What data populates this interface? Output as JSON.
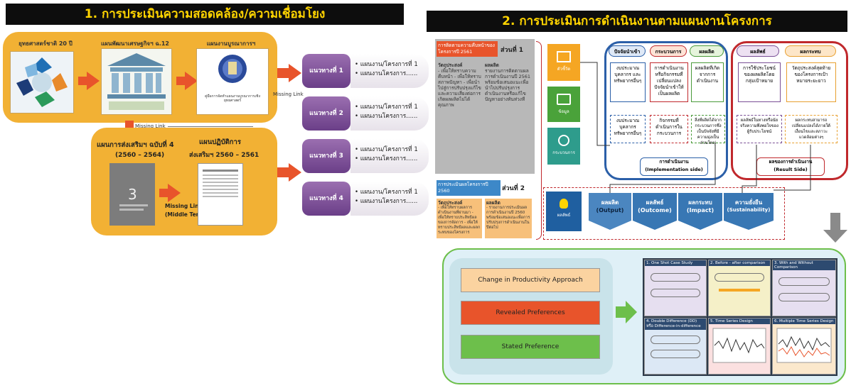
{
  "left": {
    "title": "1. การประเมินความสอดคล้อง/ความเชื่อมโยง",
    "top_labels": [
      "ยุทธศาสตร์ชาติ 20 ปี",
      "แผนพัฒนาเศรษฐกิจฯ ฉ.12",
      "แผนงานบูรณาการฯ"
    ],
    "missing_link": "Missing Link",
    "missing_link_middle": "Missing Link",
    "middle_term": "(Middle Term)",
    "plan4_title": "แผนการส่งเสริมฯ ฉบับที่ 4",
    "plan4_years": "(2560 – 2564)",
    "action_title": "แผนปฏิบัติการ",
    "action_years": "ส่งเสริมฯ 2560 – 2561",
    "book_number": "3",
    "doc_caption": "คู่มือการจัดทำแผนงานบูรณาการเชิงยุทธศาสตร์"
  },
  "approaches": {
    "missing_link": "Missing Link",
    "items": [
      {
        "label": "แนวทางที่ 1",
        "line1": "• แผนงาน/โครงการที่ 1",
        "line2": "• แผนงานโครงการ......"
      },
      {
        "label": "แนวทางที่ 2",
        "line1": "• แผนงาน/โครงการที่ 1",
        "line2": "• แผนงานโครงการ......"
      },
      {
        "label": "แนวทางที่ 3",
        "line1": "• แผนงาน/โครงการที่ 1",
        "line2": "• แผนงานโครงการ......"
      },
      {
        "label": "แนวทางที่ 4",
        "line1": "• แผนงาน/โครงการที่ 1",
        "line2": "• แผนงานโครงการ......"
      }
    ]
  },
  "right": {
    "title": "2. การประเมินการดำเนินงานตามแผนงานโครงการ",
    "part1_header": "การติดตามความคืบหน้าของโครงการปี 2561",
    "part1_label": "ส่วนที่ 1",
    "part1_col1_title": "วัตถุประสงค์",
    "part1_col1_text": "- เพื่อให้ทราบความคืบหน้า - เพื่อให้ทราบสภาพปัญหา - เพื่อนำไปสู่การปรับปรุงแก้ไข และความเสี่ยงต่อการเกิดผลผลิตไม่ได้คุณภาพ",
    "part1_col2_title": "ผลผลิต",
    "part1_col2_text": "รายงานการติดตามผลการดำเนินงานปี 2561 พร้อมข้อเสนอแนะเพื่อนำไปปรับปรุงการดำเนินงานหรือแก้ไขปัญหาอย่างทันท่วงที",
    "part2_header": "การประเมินผลโครงการปี 2560",
    "part2_label": "ส่วนที่ 2",
    "part2_col1_title": "วัตถุประสงค์",
    "part2_col1_text": "- เพื่อให้ทราบผลการดำเนินงานที่ผ่านมา - เพื่อให้ทราบประสิทธิผลของการจัดการ - เพื่อให้ทราบประสิทธิผลและผลกระทบของโครงการ",
    "part2_col2_title": "ผลผลิต",
    "part2_col2_text": "- รายงานการประเมินผลการดำเนินงานปี 2560 พร้อมข้อเสนอแนะเพื่อการปรับปรุงการดำเนินงานในปีต่อไป",
    "side_labels": [
      "ตัวชี้วัด",
      "ข้อมูล",
      "กระบวนการ",
      "ผลลัพธ์"
    ],
    "flow_headers": [
      "ปัจจัยนำเข้า",
      "กระบวนการ",
      "ผลผลิต",
      "ผลลัพธ์",
      "ผลกระทบ"
    ],
    "flow_boxes": [
      "งบประมาณ บุคลากร และทรัพยากรอื่นๆ",
      "การดำเนินงานหรือกิจกรรมที่เปลี่ยนแปลงปัจจัยนำเข้าให้เป็นผลผลิต",
      "ผลผลิตที่เกิดจากการดำเนินงาน",
      "การใช้ประโยชน์ของผลผลิตโดยกลุ่มเป้าหมาย",
      "วัตถุประสงค์สุดท้ายของโครงการเป้าหมายระยะยาว"
    ],
    "flow_dash_boxes": [
      "งบประมาณ บุคลากร ทรัพยากรอื่นๆ",
      "กิจกรรมที่ดำเนินการในกระบวนการ",
      "สิ่งที่ผลิตได้จากกระบวนการซึ่งเป็นปัจจัยที่มีความมุ่งเป็นส่วนใหญ่",
      "ผลลัพธ์ในทางหรือนัยจริงความพึงพอใจของผู้รับประโยชน์",
      "ผลกระทบสามารถเปลี่ยนแปลงได้ภายใต้เงื่อนไขและสภาวะแวดล้อมต่างๆ"
    ],
    "implementation_th": "การดำเนินงาน",
    "implementation_en": "(Implementation side)",
    "result_th": "ผลของการดำเนินงาน",
    "result_en": "(Result Side)",
    "pentagons": [
      {
        "th": "ผลผลิต",
        "en": "(Output)"
      },
      {
        "th": "ผลลัพธ์",
        "en": "(Outcome)"
      },
      {
        "th": "ผลกระทบ",
        "en": "(Impact)"
      },
      {
        "th": "ความยั่งยืน",
        "en": "(Sustainability)"
      }
    ]
  },
  "bottom": {
    "buttons": [
      "Change in Productivity Approach",
      "Revealed Preferences",
      "Stated Preference"
    ],
    "panels": [
      "1. One Shot Case Study",
      "2. Before - after comparison",
      "3. With and Without Comparison",
      "4. Double Difference (DD) หรือ Difference-in-difference",
      "5. Time Series Design",
      "6. Multiple Time Series Design"
    ]
  },
  "colors": {
    "title_bg": "#0d0d0d",
    "title_text": "#ffd400",
    "gold": "#f2b134",
    "orange_arrow": "#e8542b",
    "purple": "#7a4f96",
    "blue_outline": "#2b5fa8",
    "red_outline": "#c0282c",
    "btn_peach": "#fbd3a0",
    "btn_red": "#e8542b",
    "btn_green": "#6dbf4b",
    "bottom_bg": "#dff0f7"
  }
}
